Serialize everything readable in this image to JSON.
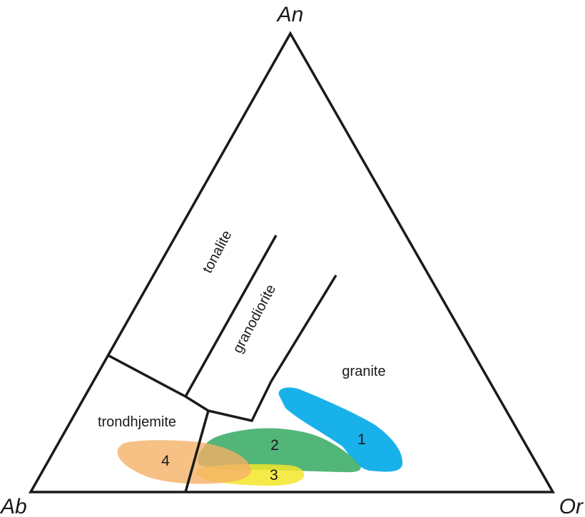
{
  "vertices": {
    "top": "An",
    "left": "Ab",
    "right": "Or"
  },
  "fields": {
    "tonalite": "tonalite",
    "granodiorite": "granodiorite",
    "granite": "granite",
    "trondhjemite": "trondhjemite"
  },
  "groups": [
    {
      "label": "1",
      "color": "#00a8e8"
    },
    {
      "label": "2",
      "color": "#3fae6a"
    },
    {
      "label": "3",
      "color": "#f5e62a"
    },
    {
      "label": "4",
      "color": "#f5b066"
    }
  ],
  "colors": {
    "line": "#1a1a1a",
    "background": "#ffffff"
  }
}
